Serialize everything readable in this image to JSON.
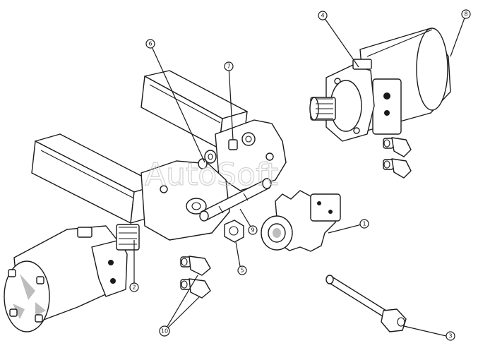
{
  "watermark": "AutoSoft",
  "callouts": [
    {
      "label": "1"
    },
    {
      "label": "2"
    },
    {
      "label": "3"
    },
    {
      "label": "4"
    },
    {
      "label": "5"
    },
    {
      "label": "6"
    },
    {
      "label": "7"
    },
    {
      "label": "8"
    },
    {
      "label": "9"
    },
    {
      "label": "10"
    }
  ]
}
